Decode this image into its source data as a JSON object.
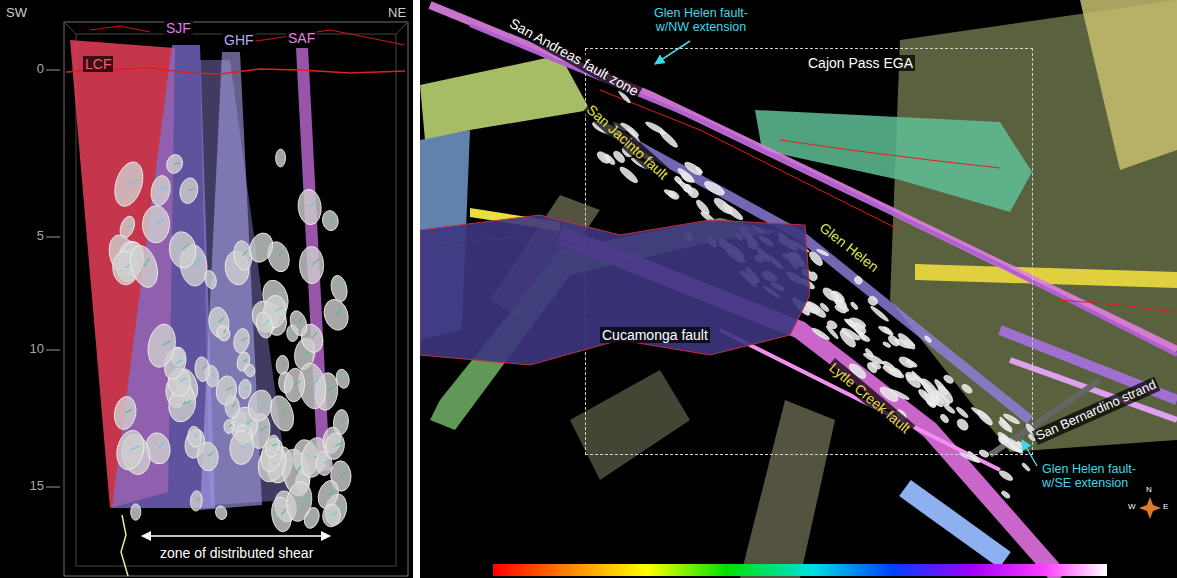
{
  "diagram": {
    "nodes": [
      {
        "text": [
          "Cajon Pass EGA"
        ]
      },
      {
        "text": [
          "Cucamonga fault"
        ]
      }
    ],
    "labels": [
      "SW",
      "NE",
      "LCF",
      "SJF",
      "GHF",
      "SAF",
      "0",
      "5",
      "10",
      "15",
      "zone of distributed shear",
      "San Andreas fault zone",
      "Glen Helen fault- w/NW extension",
      "San Jacinto fault",
      "Glen Helen",
      "Lytle Creek fault",
      "San Bernardino strand",
      "Glen Helen fault- w/SE extension",
      "N",
      "W",
      "E"
    ]
  }
}
